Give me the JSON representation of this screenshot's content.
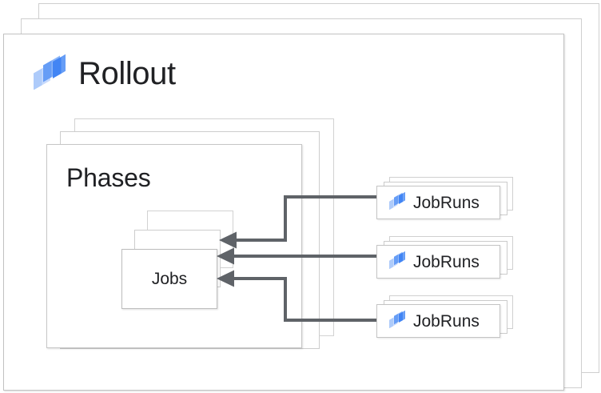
{
  "diagram": {
    "title": "Rollout",
    "logo_icon": "cloud-deploy-logo-icon",
    "phases": {
      "title": "Phases",
      "stack_count": 3
    },
    "jobs": {
      "title": "Jobs",
      "stack_count": 3
    },
    "jobruns": [
      {
        "label": "JobRuns",
        "icon": "cloud-deploy-logo-icon",
        "stack_count": 3
      },
      {
        "label": "JobRuns",
        "icon": "cloud-deploy-logo-icon",
        "stack_count": 3
      },
      {
        "label": "JobRuns",
        "icon": "cloud-deploy-logo-icon",
        "stack_count": 3
      }
    ],
    "connectors": [
      {
        "from": "jobruns-1",
        "to": "jobs",
        "direction": "right-to-left",
        "route": "elbow-up"
      },
      {
        "from": "jobruns-2",
        "to": "jobs",
        "direction": "right-to-left",
        "route": "straight"
      },
      {
        "from": "jobruns-3",
        "to": "jobs",
        "direction": "right-to-left",
        "route": "elbow-down"
      }
    ],
    "colors": {
      "background": "#ffffff",
      "card_border": "#c6c6c6",
      "text": "#202124",
      "connector": "#5f6368",
      "logo_blue_dark": "#4285f4",
      "logo_blue_mid": "#669df6",
      "logo_blue_light": "#aecbfa"
    }
  }
}
